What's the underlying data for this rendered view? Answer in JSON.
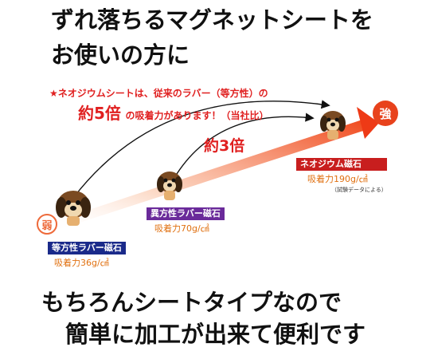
{
  "headline_top": {
    "line1": "ずれ落ちるマグネットシートを",
    "line2": "お使いの方に"
  },
  "callout": {
    "line1": "★ネオジウムシートは、従来のラバー（等方性）の",
    "line2_big": "約5倍",
    "line2_rest": "の吸着力があります！（当社比）"
  },
  "ratio_label": "約3倍",
  "weak_label": "弱",
  "strong_label": "強",
  "magnets": [
    {
      "name": "等方性ラバー磁石",
      "force": "吸着力36g/㎠",
      "color": "#1a2a8a"
    },
    {
      "name": "異方性ラバー磁石",
      "force": "吸着力70g/㎠",
      "color": "#6a2a9a"
    },
    {
      "name": "ネオジウム磁石",
      "force": "吸着力190g/㎠",
      "color": "#c81e1e"
    }
  ],
  "test_note": "（試験データによる）",
  "headline_bottom": {
    "line1": "もちろんシートタイプなので",
    "line2": "簡単に加工が出来て便利です"
  }
}
